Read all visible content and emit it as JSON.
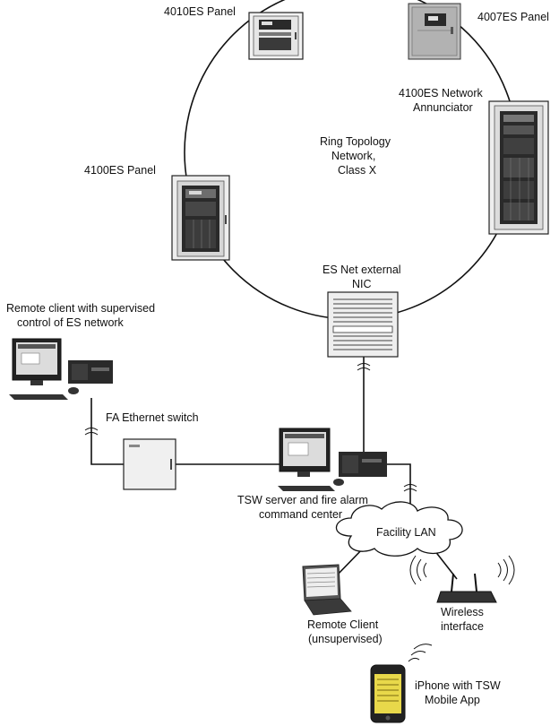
{
  "labels": {
    "panel_4010es": "4010ES Panel",
    "panel_4007es": "4007ES Panel",
    "annunciator_line1": "4100ES Network",
    "annunciator_line2": "Annunciator",
    "ring_line1": "Ring Topology",
    "ring_line2": "Network,",
    "ring_line3": "Class X",
    "panel_4100es": "4100ES Panel",
    "nic_line1": "ES Net external",
    "nic_line2": "NIC",
    "remote_sup_line1": "Remote client with supervised",
    "remote_sup_line2": "control of ES network",
    "switch_label": "FA Ethernet switch",
    "tsw_line1": "TSW server and fire alarm",
    "tsw_line2": "command center",
    "facility_lan": "Facility LAN",
    "remote_unsup_line1": "Remote Client",
    "remote_unsup_line2": "(unsupervised)",
    "wireless_line1": "Wireless",
    "wireless_line2": "interface",
    "iphone_line1": "iPhone with TSW",
    "iphone_line2": "Mobile App"
  }
}
